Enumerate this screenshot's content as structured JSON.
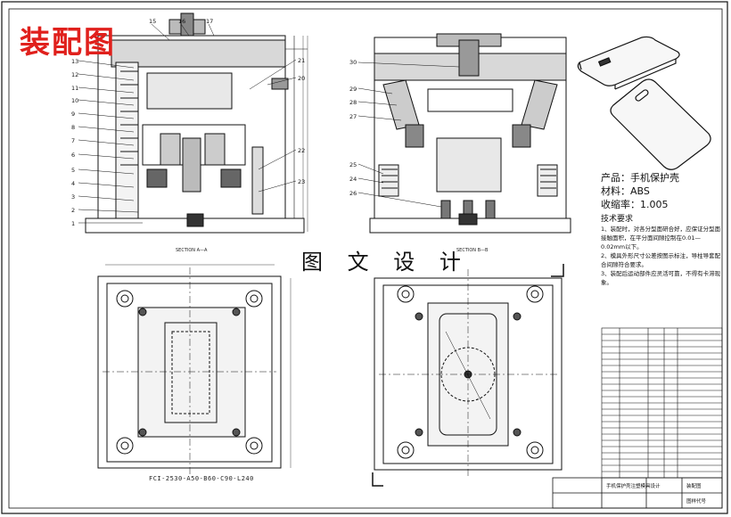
{
  "stamp": "装配图",
  "center_title": "图 文 设 计",
  "section_a_caption": "SECTION A—A",
  "section_b_caption": "SECTION B—B",
  "plan_spec": "FCI-2530-A50-B60-C90-L240",
  "leaders_left": [
    "1",
    "2",
    "3",
    "4",
    "5",
    "6",
    "7",
    "8",
    "9",
    "10",
    "11",
    "12",
    "13"
  ],
  "leaders_top": [
    "15",
    "16",
    "17"
  ],
  "leaders_right_a": [
    "21",
    "20",
    "22",
    "23"
  ],
  "leaders_right_b": [
    "30",
    "29",
    "28",
    "27",
    "25",
    "24",
    "26"
  ],
  "notes": {
    "product": "产品：手机保护壳",
    "material": "材料：ABS",
    "shrink": "收缩率：1.005",
    "tech_title": "技术要求",
    "tech_items": [
      "1、装配时，对各分型面研合好，应保证分型面接触面积，在平分面间隙控制在0.01—0.02mm以下。",
      "2、模具外形尺寸公差按图示标注，导柱导套配合间隙符合要求。",
      "3、装配后运动部件应灵活可靠，不得有卡滞现象。"
    ],
    "tol": "0.01~0.02mm以下。"
  },
  "title_block": {
    "name": "手机保护壳注塑模具设计",
    "drawing": "装配图",
    "code": "图样代号"
  }
}
